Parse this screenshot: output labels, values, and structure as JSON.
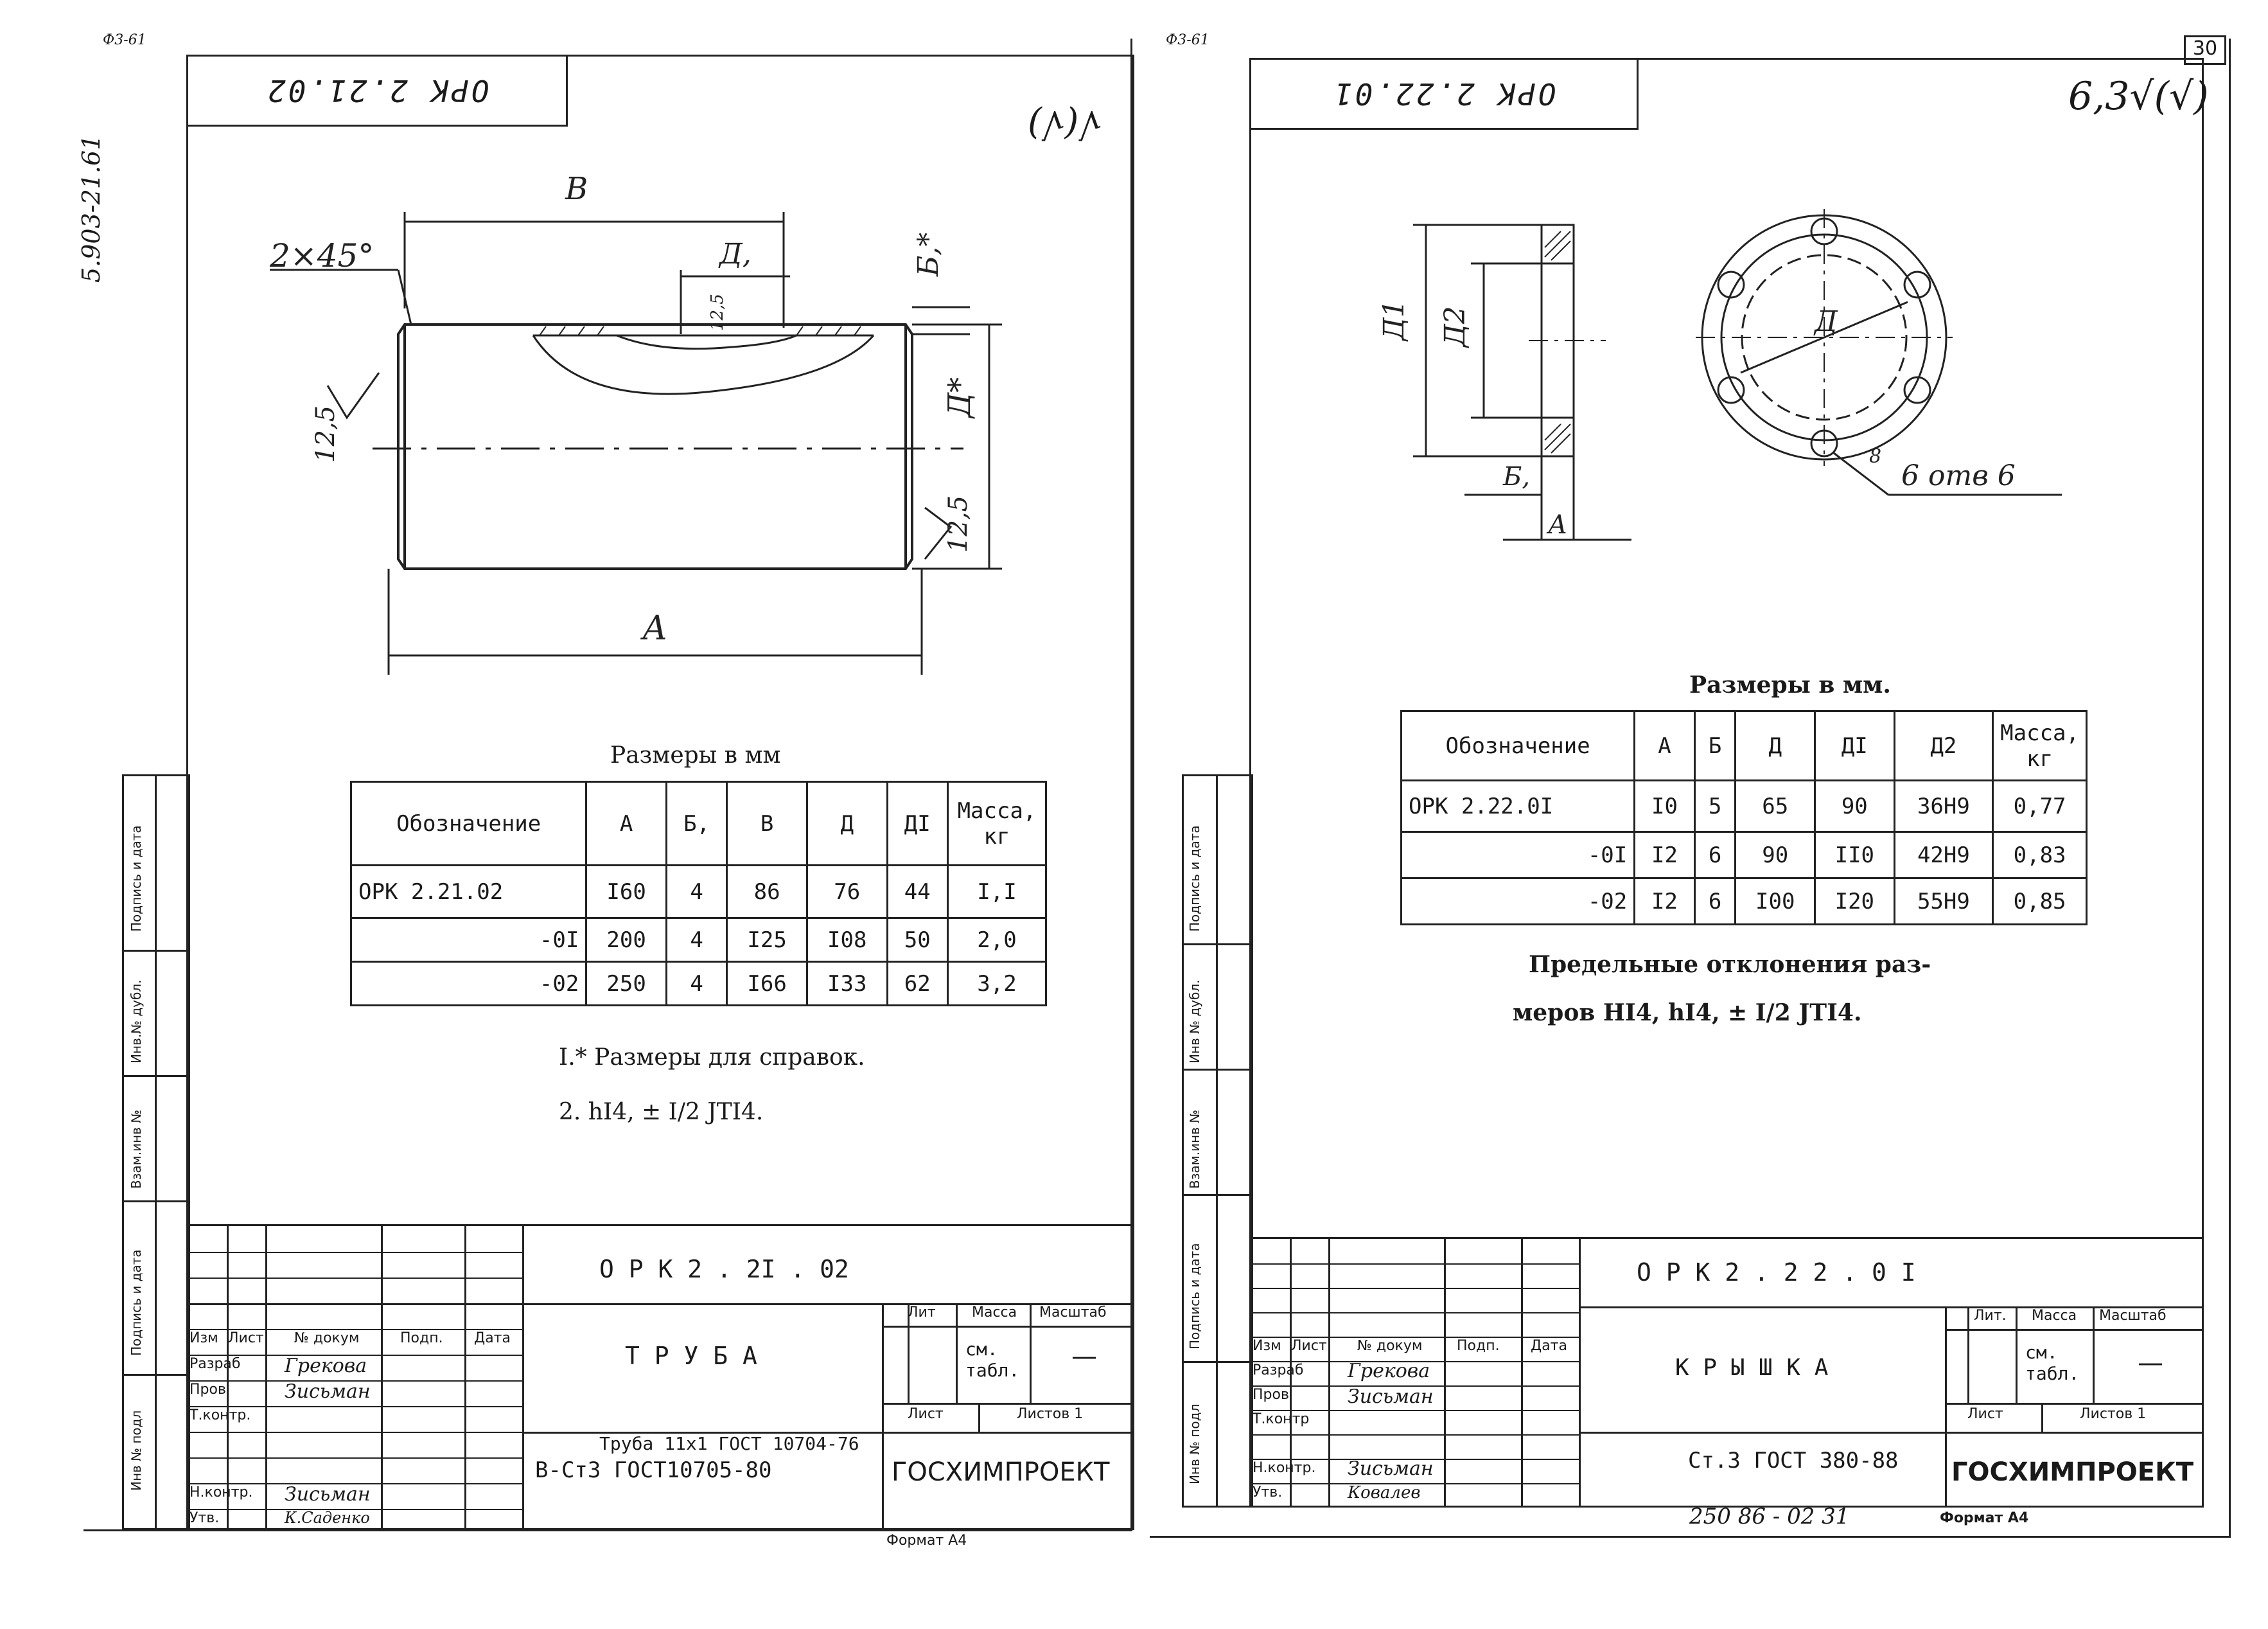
{
  "left": {
    "corner_mark": "Ф3-61",
    "side_code": "5.903-21.61",
    "stamp_code": "ОРК 2.21.02",
    "roughness_mark": "√(√)",
    "dims": {
      "B": "В",
      "chamfer": "2×45°",
      "D1": "Д,",
      "B1": "Б,*",
      "D": "Д*",
      "A": "А",
      "r1": "12,5",
      "r2": "12,5",
      "r_inner": "12,5"
    },
    "table_caption": "Размеры в мм",
    "table": {
      "headers": [
        "Обозначение",
        "А",
        "Б,",
        "В",
        "Д",
        "ДI",
        "Масса, кг"
      ],
      "rows": [
        [
          "ОРК 2.21.02",
          "I60",
          "4",
          "86",
          "76",
          "44",
          "I,I"
        ],
        [
          "-0I",
          "200",
          "4",
          "I25",
          "I08",
          "50",
          "2,0"
        ],
        [
          "-02",
          "250",
          "4",
          "I66",
          "I33",
          "62",
          "3,2"
        ]
      ]
    },
    "notes": [
      "I.* Размеры для справок.",
      "2. hI4, ± I/2 JTI4."
    ],
    "side_labels": [
      "Подпись и дата",
      "Инв.№ дубл.",
      "Взам.инв №",
      "Подпись и дата",
      "Инв № подл"
    ],
    "title_block": {
      "code": "О Р К    2 . 2I . 02",
      "name": "Т Р У Б А",
      "material_line1": "Труба 11х1 ГОСТ 10704-76",
      "material_line2": "В-Ст3 ГОСТ10705-80",
      "org": "ГОСХИМПРОЕКТ",
      "col_headers": [
        "Изм",
        "Лист",
        "№ докум",
        "Подп.",
        "Дата"
      ],
      "roles": [
        "Разраб",
        "Пров",
        "Т.контр.",
        "",
        "Н.контр.",
        "Утв."
      ],
      "names": [
        "Грекова",
        "Зисьман",
        "",
        "",
        "Зисьман",
        "К.Саденко"
      ],
      "lit": "Лит",
      "mass": "Масса",
      "scale": "Масштаб",
      "mass_val": "см. табл.",
      "scale_val": "—",
      "sheet": "Лист",
      "sheets": "Листов 1",
      "format": "Формат А4"
    }
  },
  "right": {
    "corner_mark": "Ф3-61",
    "page_num": "30",
    "stamp_code": "ОРК 2.22.01",
    "roughness_mark": "6,3√(√)",
    "dims": {
      "D1": "Д1",
      "D2": "Д2",
      "B1": "Б,",
      "A": "А",
      "D": "Д",
      "holes": "6 отв 6",
      "small_d": "8"
    },
    "table_caption": "Размеры в мм.",
    "table": {
      "headers": [
        "Обозначение",
        "А",
        "Б",
        "Д",
        "ДI",
        "Д2",
        "Масса, кг"
      ],
      "rows": [
        [
          "ОРК 2.22.0I",
          "I0",
          "5",
          "65",
          "90",
          "36H9",
          "0,77"
        ],
        [
          "-0I",
          "I2",
          "6",
          "90",
          "II0",
          "42H9",
          "0,83"
        ],
        [
          "-02",
          "I2",
          "6",
          "I00",
          "I20",
          "55H9",
          "0,85"
        ]
      ]
    },
    "notes": [
      "Предельные отклонения раз-",
      "меров HI4, hI4, ± I/2 JTI4."
    ],
    "side_labels": [
      "Подпись и дата",
      "Инв № дубл.",
      "Взам.инв №",
      "Подпись и дата",
      "Инв № подл"
    ],
    "title_block": {
      "code": "О Р К    2 . 2 2 . 0 I",
      "name": "К Р Ы Ш К А",
      "material": "Ст.3 ГОСТ 380-88",
      "org": "ГОСХИМПРОЕКТ",
      "col_headers": [
        "Изм",
        "Лист",
        "№ докум",
        "Подп.",
        "Дата"
      ],
      "roles": [
        "Разраб",
        "Пров",
        "Т.контр",
        "",
        "Н.контр.",
        "Утв."
      ],
      "names": [
        "Грекова",
        "Зисьман",
        "",
        "",
        "Зисьман",
        "Ковалев"
      ],
      "lit": "Лит.",
      "mass": "Масса",
      "scale": "Масштаб",
      "mass_val": "см. табл.",
      "scale_val": "—",
      "sheet": "Лист",
      "sheets": "Листов 1",
      "format": "Формат А4",
      "footer_code": "250 86 - 02   31"
    }
  }
}
